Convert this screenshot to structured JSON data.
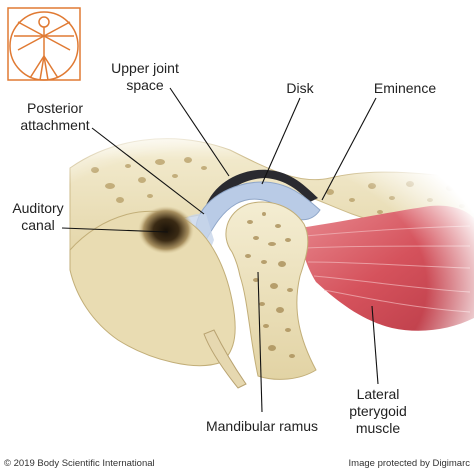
{
  "labels": {
    "upper_joint_space": "Upper joint\nspace",
    "disk": "Disk",
    "eminence": "Eminence",
    "posterior_attachment": "Posterior\nattachment",
    "auditory_canal": "Auditory\ncanal",
    "mandibular_ramus": "Mandibular ramus",
    "lateral_pterygoid_muscle": "Lateral\npterygoid\nmuscle"
  },
  "footer": {
    "copyright": "© 2019 Body Scientific International",
    "protection": "Image protected by Digimarc"
  },
  "colors": {
    "bone": "#efe6c6",
    "bone_shadow": "#cdbb8a",
    "disk": "#b9cbe6",
    "muscle": "#d5525c",
    "logo": "#e07a33",
    "pointer": "#111111"
  },
  "logo_icon": "vitruvian-man-icon"
}
